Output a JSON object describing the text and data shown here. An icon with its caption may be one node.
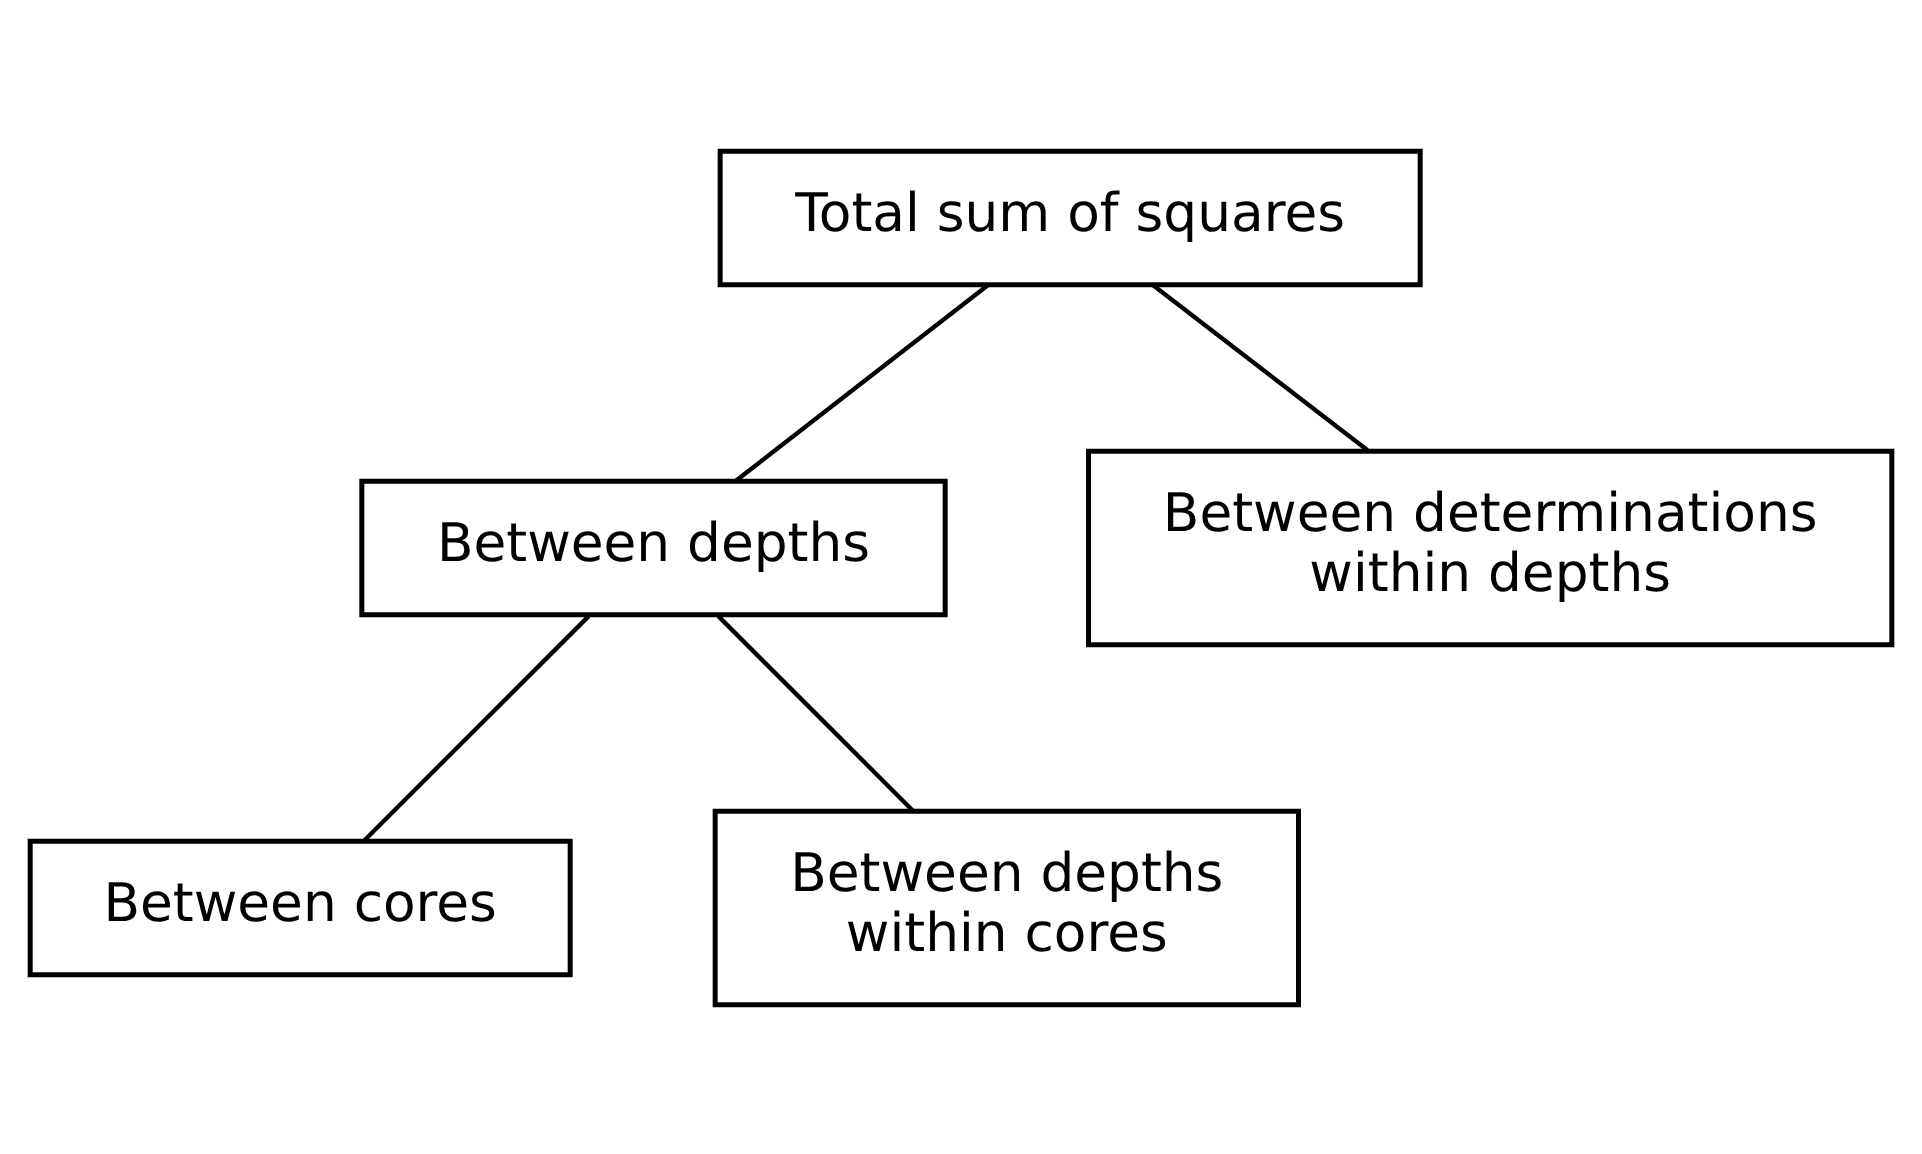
{
  "diagram": {
    "nodes": [
      {
        "text": [
          "Total sum of squares"
        ]
      },
      {
        "text": [
          "Between depths"
        ]
      },
      {
        "text": [
          "Between determinations within depths"
        ]
      },
      {
        "text": [
          "Between cores"
        ]
      },
      {
        "text": [
          "Between depths within cores"
        ]
      }
    ],
    "edges": [
      {
        "from": 0,
        "to": 1,
        "arrow": "none"
      },
      {
        "from": 0,
        "to": 2,
        "arrow": "none"
      },
      {
        "from": 1,
        "to": 3,
        "arrow": "none"
      },
      {
        "from": 1,
        "to": 4,
        "arrow": "none"
      }
    ]
  }
}
